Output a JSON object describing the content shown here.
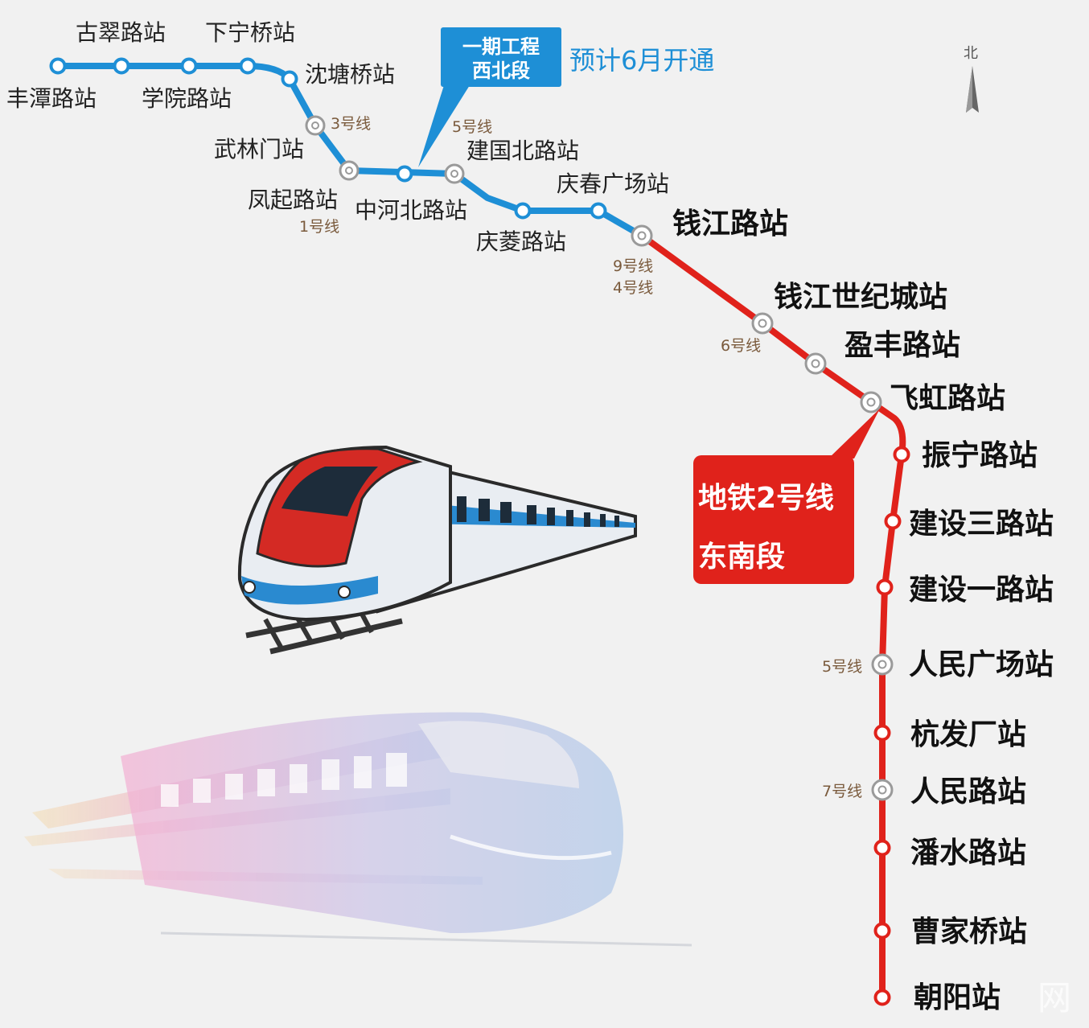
{
  "colors": {
    "west_section": "#1e8fd6",
    "east_section": "#e0221b",
    "background": "#f1f1f1",
    "callout_blue": "#1e8fd6",
    "callout_red": "#e0221b"
  },
  "north_label": "北",
  "west_callout": {
    "line1": "一期工程",
    "line2": "西北段",
    "note": "预计6月开通"
  },
  "east_callout": {
    "line1": "地铁2号线",
    "line2": "东南段"
  },
  "west_stations": [
    "丰潭路站",
    "古翠路站",
    "学院路站",
    "下宁桥站",
    "沈塘桥站",
    "武林门站",
    "凤起路站",
    "中河北路站",
    "建国北路站",
    "庆菱路站",
    "庆春广场站"
  ],
  "east_stations": [
    "钱江路站",
    "钱江世纪城站",
    "盈丰路站",
    "飞虹路站",
    "振宁路站",
    "建设三路站",
    "建设一路站",
    "人民广场站",
    "杭发厂站",
    "人民路站",
    "潘水路站",
    "曹家桥站",
    "朝阳站"
  ],
  "transfers": [
    "3号线",
    "1号线",
    "5号线",
    "9号线",
    "4号线",
    "6号线",
    "5号线",
    "7号线"
  ],
  "watermark": "网"
}
